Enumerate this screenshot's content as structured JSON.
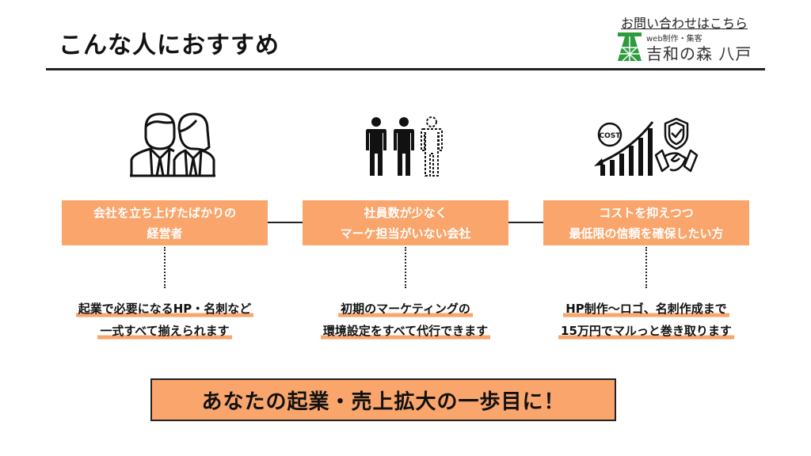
{
  "header": {
    "title": "こんな人におすすめ",
    "contact_link": "お問い合わせはこちら",
    "logo": {
      "subtitle": "web制作・集客",
      "name": "吉和の森 八戸",
      "color": "#2e9b3e"
    }
  },
  "columns": [
    {
      "icon": "business-people-icon",
      "box_lines": [
        "会社を立ち上げたばかりの",
        "経営者"
      ],
      "desc_lines": [
        "起業で必要になるHP・名刺など",
        "一式すべて揃えられます"
      ]
    },
    {
      "icon": "staff-shortage-icon",
      "box_lines": [
        "社員数が少なく",
        "マーケ担当がいない会社"
      ],
      "desc_lines": [
        "初期のマーケティングの",
        "環境設定をすべて代行できます"
      ]
    },
    {
      "icon": "cost-trust-icon",
      "icon_text": "COST",
      "box_lines": [
        "コストを抑えつつ",
        "最低限の信頼を確保したい方"
      ],
      "desc_lines": [
        "HP制作〜ロゴ、名刺作成まで",
        "15万円でマルっと巻き取ります"
      ]
    }
  ],
  "cta": "あなたの起業・売上拡大の一歩目に！",
  "colors": {
    "accent": "#f9a56c",
    "text": "#111111",
    "logo_green": "#2e9b3e"
  }
}
